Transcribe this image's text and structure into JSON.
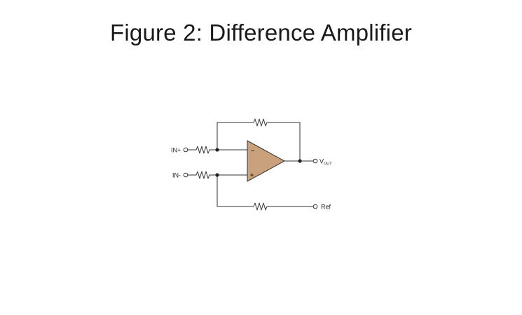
{
  "figure": {
    "title": "Figure 2: Difference Amplifier"
  },
  "circuit": {
    "inputs": {
      "in_plus_label": "IN+",
      "in_minus_label": "IN-"
    },
    "outputs": {
      "vout_main": "V",
      "vout_sub": "OUT",
      "ref_label": "Ref"
    },
    "opamp": {
      "inverting_symbol": "–",
      "noninverting_symbol": "+",
      "fill_color": "#c9a17d",
      "stroke_color": "#333333"
    },
    "wire_color": "#333333"
  }
}
